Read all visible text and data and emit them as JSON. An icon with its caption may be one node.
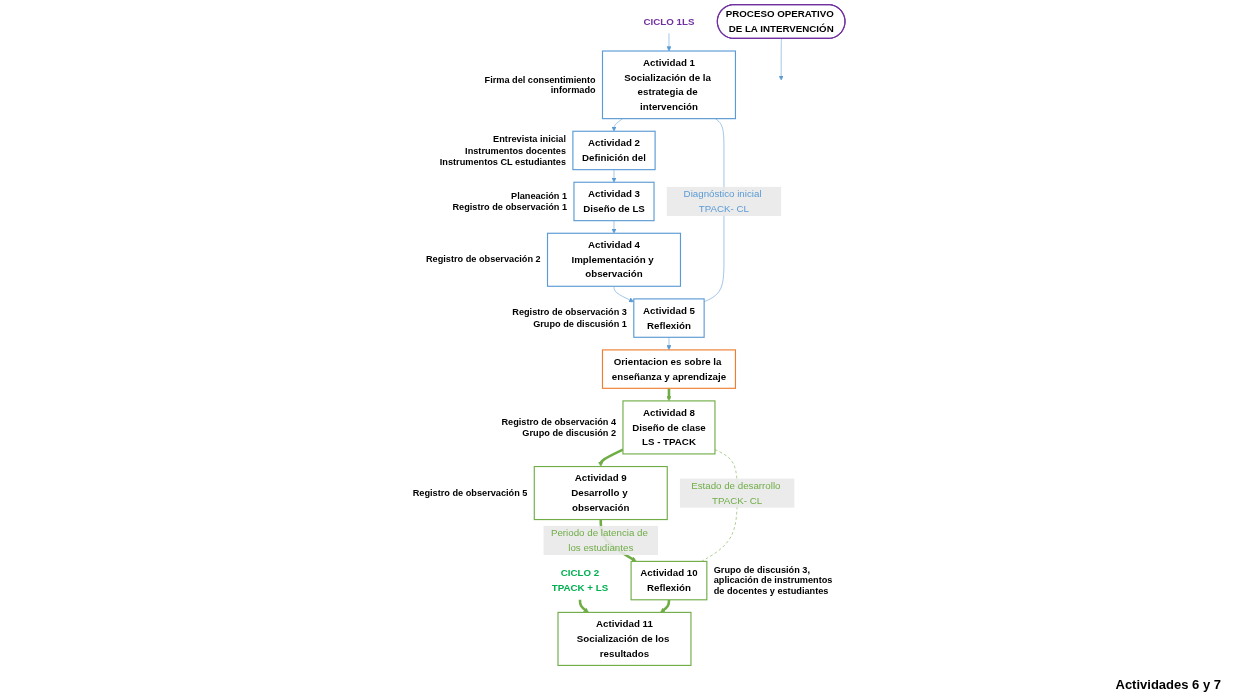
{
  "diagram": {
    "nodes": [
      {
        "text": [
          "PROCESO OPERATIVO DE LA INTERVENCIÓN"
        ]
      },
      {
        "text": [
          "CICLO 1LS"
        ]
      },
      {
        "text": [
          "Actividad 1",
          "Socialización de la estrategia de intervención"
        ],
        "beside": [
          "Firma del consentimiento informado"
        ]
      },
      {
        "text": [
          "Actividad 2",
          "Definición del"
        ],
        "beside": [
          "Entrevista inicial",
          "Instrumentos docentes",
          "Instrumentos CL estudiantes"
        ]
      },
      {
        "text": [
          "Actividad 3",
          "Diseño de LS"
        ],
        "beside": [
          "Planeación 1",
          "Registro de observación 1"
        ]
      },
      {
        "text": [
          "Actividad 4",
          "Implementación y observación"
        ],
        "beside": [
          "Registro de observación 2"
        ]
      },
      {
        "text": [
          "Actividad 5",
          "Reflexión"
        ],
        "beside": [
          "Registro de observación 3",
          "Grupo de discusión 1"
        ]
      },
      {
        "text": [
          "Orientacion es sobre la enseñanza y aprendizaje"
        ]
      },
      {
        "text": [
          "CICLO 2",
          "TPACK + LS"
        ]
      },
      {
        "text": [
          "Actividad 10",
          "Reflexión"
        ],
        "beside": [
          "Grupo de discusión 3, aplicación de instrumentos de docentes y estudiantes"
        ]
      },
      {
        "text": [
          "Actividad 9",
          "Desarrollo y observación"
        ],
        "beside": [
          "Registro de observación 5"
        ]
      },
      {
        "text": [
          "Actividad 8",
          "Diseño de clase",
          "LS - TPACK"
        ],
        "beside": [
          "Registro de observación 4",
          "Grupo de discusión 2"
        ]
      },
      {
        "text": [
          "Actividad 11",
          "Socialización de los resultados"
        ]
      }
    ],
    "edges": [
      {
        "from": 0,
        "to": null,
        "arrow": "to"
      },
      {
        "from": 1,
        "to": 2,
        "arrow": "to"
      },
      {
        "from": 2,
        "to": 3,
        "arrow": "to"
      },
      {
        "from": 3,
        "to": 4,
        "arrow": "to"
      },
      {
        "from": 4,
        "to": 5,
        "arrow": "to"
      },
      {
        "from": 5,
        "to": 6,
        "arrow": "to"
      },
      {
        "from": 6,
        "to": 7,
        "arrow": "to"
      },
      {
        "from": 2,
        "to": 6,
        "arrow": "none",
        "label": "Diagnóstico inicial TPACK- CL"
      },
      {
        "from": 7,
        "to": 11,
        "arrow": "to",
        "style": "thick",
        "color": "#70ad47"
      },
      {
        "from": 11,
        "to": 10,
        "arrow": "to",
        "style": "thick",
        "color": "#70ad47"
      },
      {
        "from": 10,
        "to": 9,
        "arrow": "to",
        "label": "Periodo de latencia de los estudiantes",
        "style": "thick",
        "color": "#70ad47"
      },
      {
        "from": 8,
        "to": 12,
        "arrow": "to",
        "style": "thick",
        "color": "#70ad47"
      },
      {
        "from": 9,
        "to": 12,
        "arrow": "to",
        "style": "thick",
        "color": "#70ad47"
      },
      {
        "from": 11,
        "to": 9,
        "arrow": "none",
        "label": "Estado de desarrollo TPACK- CL",
        "style": "dashed",
        "color": "#70ad47"
      }
    ],
    "labels": [
      "Actividades 6 y 7"
    ]
  }
}
